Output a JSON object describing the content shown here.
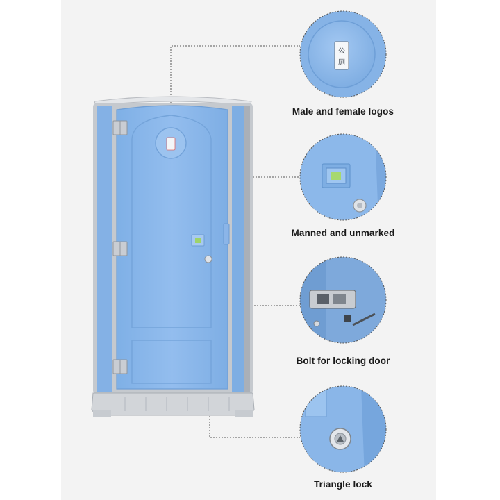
{
  "door_logo_text": "公厕",
  "callouts": [
    {
      "label": "Male and female logos",
      "icon": "restroom-sign-icon"
    },
    {
      "label": "Manned and unmarked",
      "icon": "occupancy-indicator-icon"
    },
    {
      "label": "Bolt for locking door",
      "icon": "door-bolt-icon"
    },
    {
      "label": "Triangle lock",
      "icon": "triangle-lock-icon"
    }
  ],
  "colors": {
    "body_blue": "#8db8ea",
    "frame_gray": "#c9ccd1",
    "leader_line": "#555555"
  }
}
